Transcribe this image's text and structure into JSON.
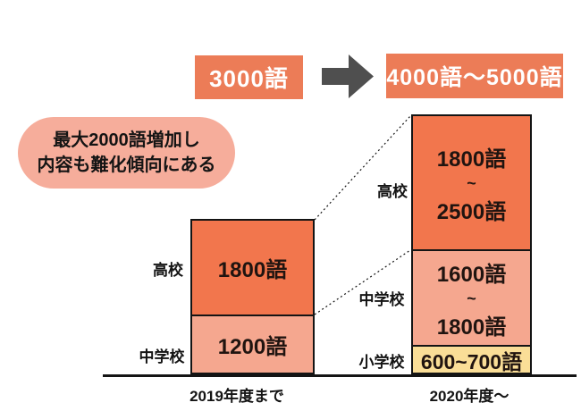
{
  "title_flow": {
    "before": "3000語",
    "after": "4000語〜5000語"
  },
  "callout": {
    "line1": "最大2000語増加し",
    "line2": "内容も難化傾向にある"
  },
  "bars": {
    "left": {
      "hs": {
        "label": "高校",
        "value": "1800語"
      },
      "ms": {
        "label": "中学校",
        "value": "1200語"
      }
    },
    "right": {
      "hs": {
        "label": "高校",
        "value_top": "1800語",
        "sep": "~",
        "value_bottom": "2500語"
      },
      "ms": {
        "label": "中学校",
        "value_top": "1600語",
        "sep": "~",
        "value_bottom": "1800語"
      },
      "es": {
        "label": "小学校",
        "value": "600~700語"
      }
    }
  },
  "axis": {
    "left": "2019年度まで",
    "right": "2020年度〜"
  },
  "colors": {
    "flow_box_orange": "#EC7C57",
    "bar_orange": "#F2764D",
    "bar_pink": "#F5A78F",
    "callout_pink": "#F6AD9B",
    "bar_yellow": "#FADE97",
    "arrow_gray": "#4F4F4F",
    "line_black": "#141414"
  },
  "chart_data": {
    "type": "bar",
    "subtype": "stacked-comparison",
    "categories": [
      "2019年度まで",
      "2020年度〜"
    ],
    "series": [
      {
        "name": "小学校",
        "values": [
          null,
          "600~700語"
        ],
        "values_numeric": [
          [
            0,
            0
          ],
          [
            600,
            700
          ]
        ],
        "color": "#FADE97"
      },
      {
        "name": "中学校",
        "values": [
          "1200語",
          "1600語~1800語"
        ],
        "values_numeric": [
          [
            1200,
            1200
          ],
          [
            1600,
            1800
          ]
        ],
        "color": "#F5A78F"
      },
      {
        "name": "高校",
        "values": [
          "1800語",
          "1800語~2500語"
        ],
        "values_numeric": [
          [
            1800,
            1800
          ],
          [
            1800,
            2500
          ]
        ],
        "color": "#F2764D"
      }
    ],
    "totals": [
      "3000語",
      "4000語〜5000語"
    ],
    "annotation": "最大2000語増加し内容も難化傾向にある",
    "legend_position": "none",
    "grid": false,
    "connectors": "dotted lines link top of 2019 stack to top of 2020 高校 segment, and 2019 segment divider to top of 2020 中学校 segment"
  }
}
